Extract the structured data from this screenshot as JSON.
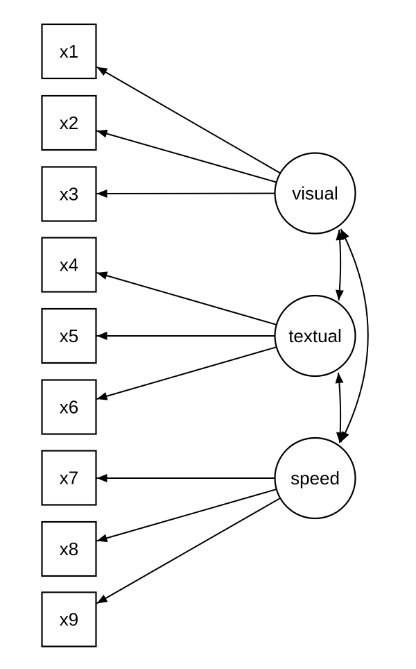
{
  "diagram": {
    "kind": "sem-path-diagram",
    "background_color": "#ffffff",
    "edge_color": "#000000",
    "node_fill_color": "#ffffff",
    "node_border_color": "#000000",
    "manifest_nodes": [
      {
        "id": "x1",
        "label": "x1",
        "shape": "square"
      },
      {
        "id": "x2",
        "label": "x2",
        "shape": "square"
      },
      {
        "id": "x3",
        "label": "x3",
        "shape": "square"
      },
      {
        "id": "x4",
        "label": "x4",
        "shape": "square"
      },
      {
        "id": "x5",
        "label": "x5",
        "shape": "square"
      },
      {
        "id": "x6",
        "label": "x6",
        "shape": "square"
      },
      {
        "id": "x7",
        "label": "x7",
        "shape": "square"
      },
      {
        "id": "x8",
        "label": "x8",
        "shape": "square"
      },
      {
        "id": "x9",
        "label": "x9",
        "shape": "square"
      }
    ],
    "latent_nodes": [
      {
        "id": "visual",
        "label": "visual",
        "shape": "circle"
      },
      {
        "id": "textual",
        "label": "textual",
        "shape": "circle"
      },
      {
        "id": "speed",
        "label": "speed",
        "shape": "circle"
      }
    ],
    "directed_edges": [
      {
        "from": "visual",
        "to": "x1"
      },
      {
        "from": "visual",
        "to": "x2"
      },
      {
        "from": "visual",
        "to": "x3"
      },
      {
        "from": "textual",
        "to": "x4"
      },
      {
        "from": "textual",
        "to": "x5"
      },
      {
        "from": "textual",
        "to": "x6"
      },
      {
        "from": "speed",
        "to": "x7"
      },
      {
        "from": "speed",
        "to": "x8"
      },
      {
        "from": "speed",
        "to": "x9"
      }
    ],
    "bidirectional_edges": [
      {
        "between": [
          "visual",
          "textual"
        ]
      },
      {
        "between": [
          "textual",
          "speed"
        ]
      },
      {
        "between": [
          "visual",
          "speed"
        ]
      }
    ]
  }
}
